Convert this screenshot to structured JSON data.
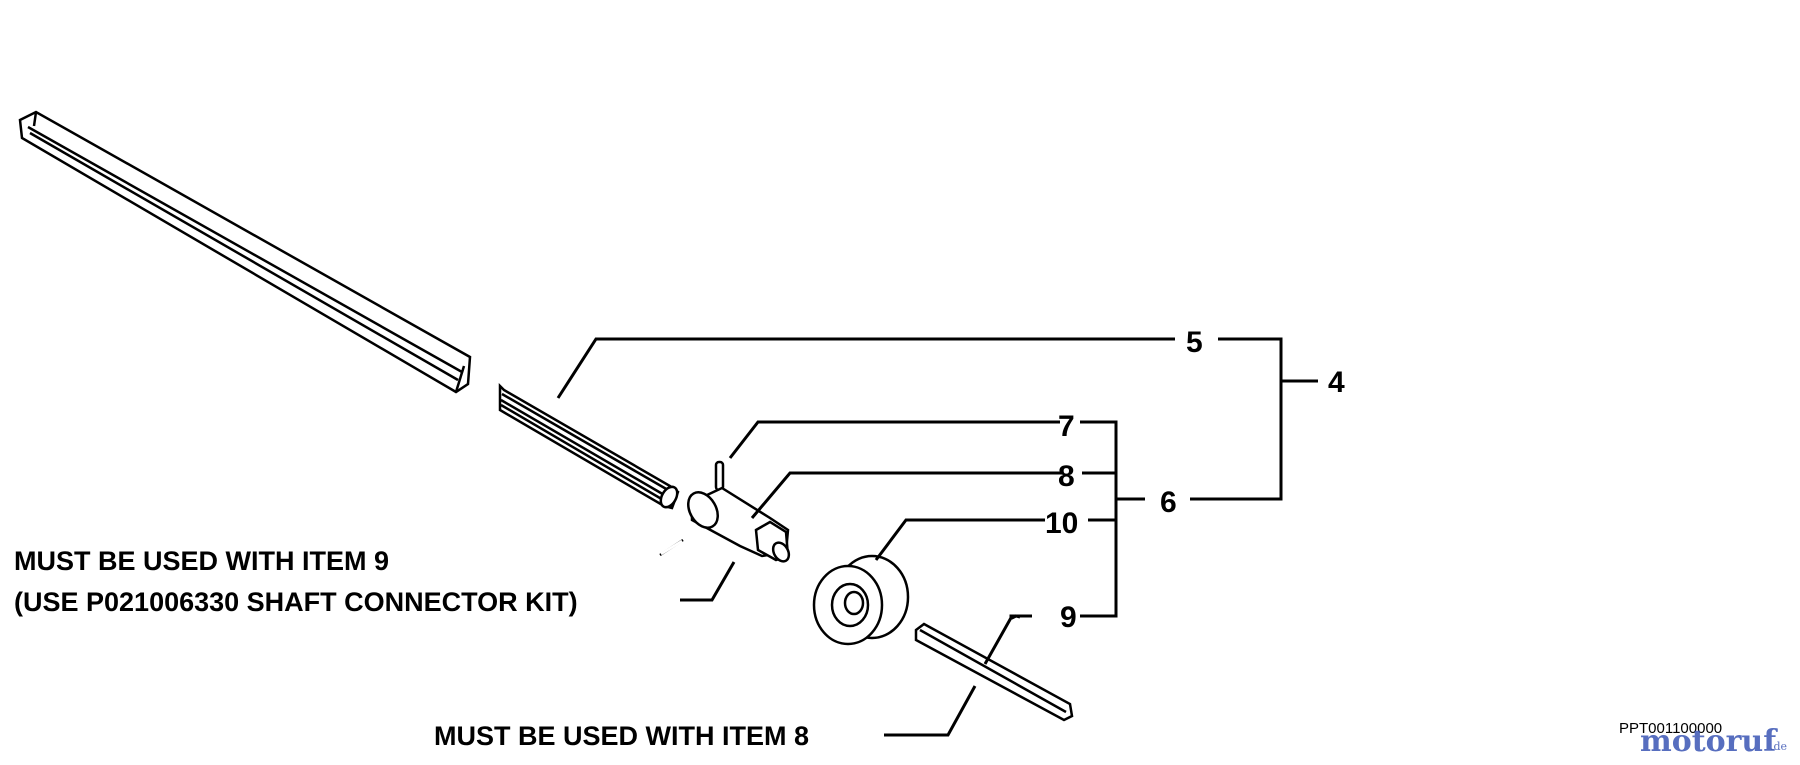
{
  "callouts": {
    "c4": "4",
    "c5": "5",
    "c6": "6",
    "c7": "7",
    "c8": "8",
    "c9": "9",
    "c10": "10"
  },
  "notes": {
    "note_item9_line1": "MUST BE USED WITH ITEM 9",
    "note_item9_line2": "(USE  P021006330 SHAFT CONNECTOR KIT)",
    "note_item8": "MUST BE USED WITH ITEM 8"
  },
  "drawing_code": "PPT001100000",
  "watermark": {
    "brand": "motoruf",
    "tld": ".de",
    "color": "#3a55b4"
  },
  "colors": {
    "ink": "#000000",
    "background": "#ffffff"
  }
}
